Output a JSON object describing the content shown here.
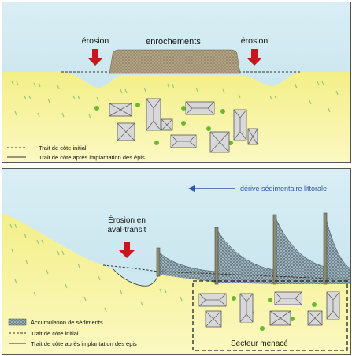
{
  "top_panel": {
    "erosion_left": "érosion",
    "erosion_right": "érosion",
    "enrochements": "enrochements",
    "legend": {
      "initial": "Trait de côte initial",
      "after": "Trait de côte après implantation des épis"
    }
  },
  "bottom_panel": {
    "drift_label": "dérive sédimentaire littorale",
    "erosion_label_line1": "Érosion en",
    "erosion_label_line2": "aval-transit",
    "sector_label": "Secteur menacé",
    "legend": {
      "accumulation": "Accumulation de sédiments",
      "initial": "Trait de côte initial",
      "after": "Trait de côte après implantation des épis"
    }
  },
  "colors": {
    "sea": "#cde8f0",
    "land": "#f7f3a0",
    "arrow_red": "#c8161d",
    "drift_arrow": "#2e5a9c",
    "vegetation": "#9ac77a",
    "tree": "#6ab832",
    "rock": "#a89878"
  },
  "icons": [
    "erosion-arrow-icon",
    "drift-arrow-icon",
    "groyne-icon",
    "house-icon",
    "tree-icon"
  ]
}
